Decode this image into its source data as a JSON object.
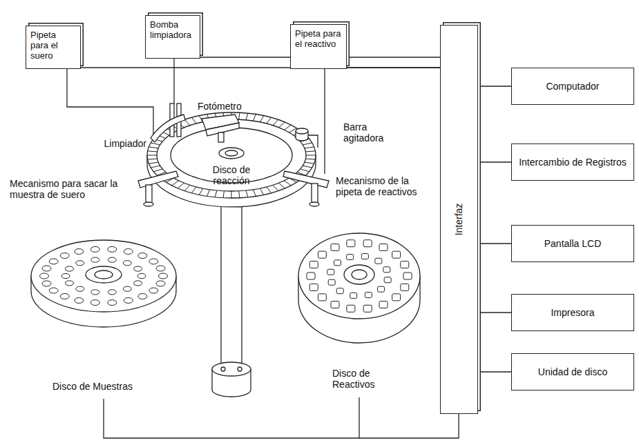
{
  "diagram": {
    "nodes": [
      {
        "text": [
          "Pipeta para el suero"
        ]
      },
      {
        "text": [
          "Bomba limpiadora"
        ]
      },
      {
        "text": [
          "Pipeta para el reactivo"
        ]
      },
      {
        "text": [
          "Interfaz"
        ]
      },
      {
        "text": [
          "Computador"
        ]
      },
      {
        "text": [
          "Intercambio de Registros"
        ]
      },
      {
        "text": [
          "Pantalla LCD"
        ]
      },
      {
        "text": [
          "Impresora"
        ]
      },
      {
        "text": [
          "Unidad de disco"
        ]
      }
    ],
    "edges": [
      {
        "from": 0,
        "to": 3,
        "arrow": "none"
      },
      {
        "from": 1,
        "to": 3,
        "arrow": "none"
      },
      {
        "from": 2,
        "to": 3,
        "arrow": "none"
      },
      {
        "from": 3,
        "to": 4,
        "arrow": "none"
      },
      {
        "from": 3,
        "to": 5,
        "arrow": "none"
      },
      {
        "from": 3,
        "to": 6,
        "arrow": "none"
      },
      {
        "from": 3,
        "to": 7,
        "arrow": "none"
      },
      {
        "from": 3,
        "to": 8,
        "arrow": "none"
      }
    ],
    "labels": [
      "Fotómetro",
      "Limpiador",
      "Barra agitadora",
      "Mecanismo para sacar la muestra de suero",
      "Disco de reacción",
      "Mecanismo de la pipeta de reactivos",
      "Disco de Muestras",
      "Disco de Reactivos"
    ]
  }
}
